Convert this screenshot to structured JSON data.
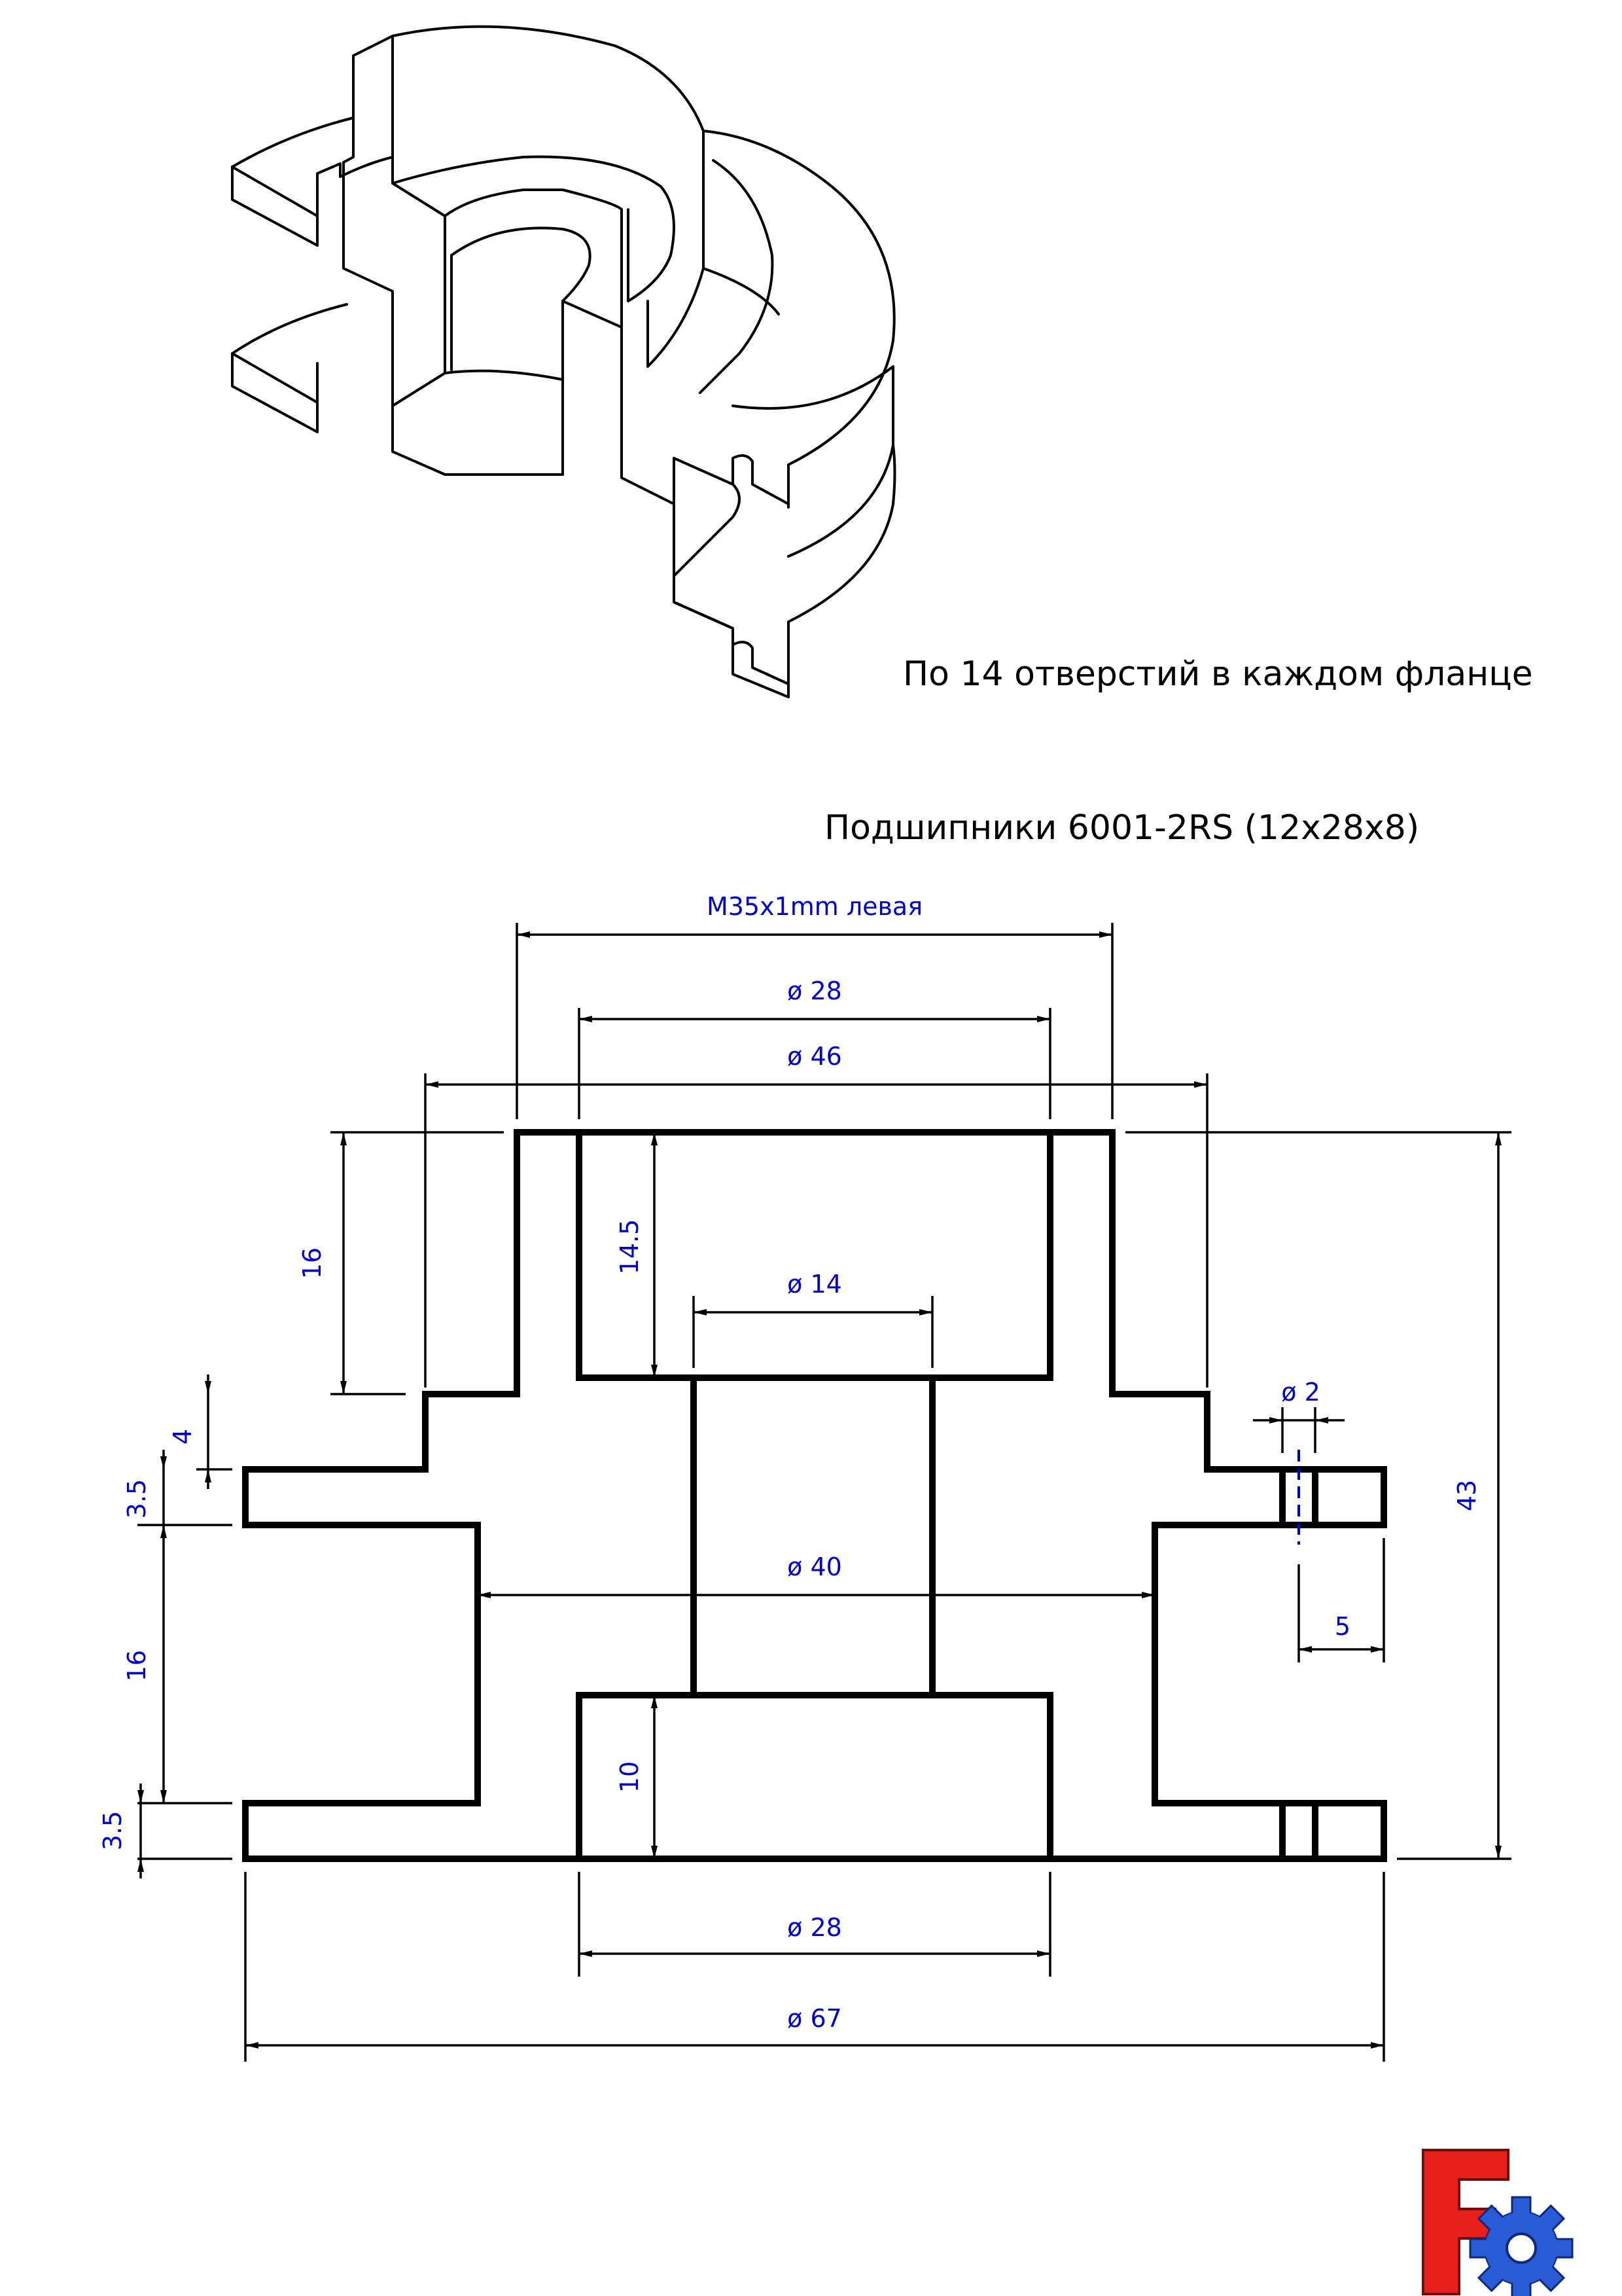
{
  "notes": {
    "holes": "По 14 отверстий в каждом фланце",
    "bearings": "Подшипники 6001-2RS (12x28x8)"
  },
  "dimensions": {
    "thread": "M35x1mm левая",
    "d28_top": "ø 28",
    "d46": "ø 46",
    "h16_top": "16",
    "h14_5": "14.5",
    "d14": "ø 14",
    "d2": "ø 2",
    "h4": "4",
    "h3_5_upper": "3.5",
    "h43": "43",
    "d40": "ø 40",
    "h16_mid": "16",
    "w5": "5",
    "h10": "10",
    "h3_5_lower": "3.5",
    "d28_bottom": "ø 28",
    "d67": "ø 67"
  },
  "colors": {
    "dimension_text": "#0000cc",
    "outline": "#000000",
    "logo_red": "#e8201c",
    "logo_blue": "#2a5bd7"
  }
}
